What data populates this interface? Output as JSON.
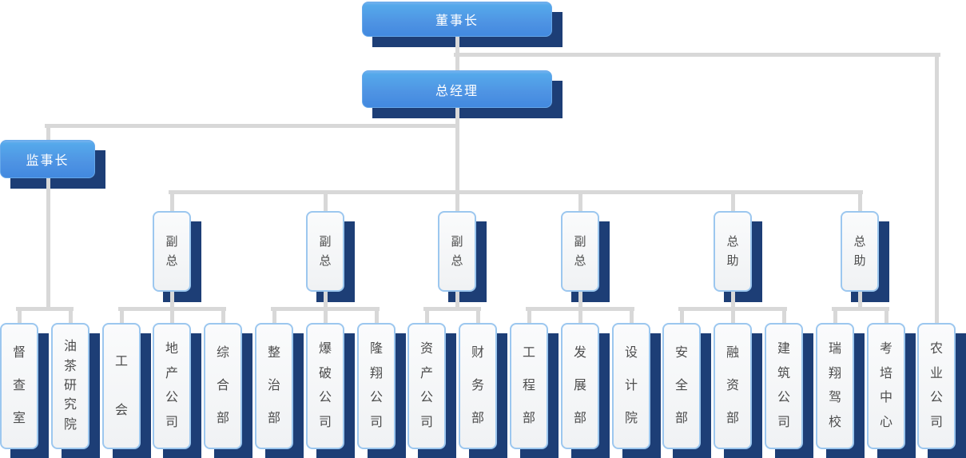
{
  "palette": {
    "shadow_navy": "#1d3e76",
    "connector_gray": "#d8d8d8",
    "blue_box_gradient_top": "#75b2ef",
    "blue_box_gradient_bottom": "#4289df",
    "white_box_fill": "#f3f5f6",
    "white_box_border": "#9cc7ef",
    "white_box_text": "#4d4d4d",
    "blue_box_text": "#ffffff",
    "background": "#ffffff"
  },
  "org": {
    "nodes": [
      {
        "id": "chairman",
        "label": "董事长",
        "style": "blue",
        "orientation": "horizontal",
        "parent": null
      },
      {
        "id": "gm",
        "label": "总经理",
        "style": "blue",
        "orientation": "horizontal",
        "parent": "chairman"
      },
      {
        "id": "supervisor",
        "label": "监事长",
        "style": "blue",
        "orientation": "horizontal",
        "parent": "gm"
      },
      {
        "id": "v1",
        "label": "副总",
        "style": "white",
        "orientation": "vertical",
        "parent": "gm"
      },
      {
        "id": "v2",
        "label": "副总",
        "style": "white",
        "orientation": "vertical",
        "parent": "gm"
      },
      {
        "id": "v3",
        "label": "副总",
        "style": "white",
        "orientation": "vertical",
        "parent": "gm"
      },
      {
        "id": "v4",
        "label": "副总",
        "style": "white",
        "orientation": "vertical",
        "parent": "gm"
      },
      {
        "id": "a1",
        "label": "总助",
        "style": "white",
        "orientation": "vertical",
        "parent": "gm"
      },
      {
        "id": "a2",
        "label": "总助",
        "style": "white",
        "orientation": "vertical",
        "parent": "gm"
      },
      {
        "id": "b1",
        "label": "督查室",
        "style": "white",
        "orientation": "vertical",
        "parent": "supervisor"
      },
      {
        "id": "b2",
        "label": "油茶研究院",
        "style": "white",
        "orientation": "vertical",
        "parent": "supervisor"
      },
      {
        "id": "b3",
        "label": "工会",
        "style": "white",
        "orientation": "vertical",
        "parent": "v1"
      },
      {
        "id": "b4",
        "label": "地产公司",
        "style": "white",
        "orientation": "vertical",
        "parent": "v1"
      },
      {
        "id": "b5",
        "label": "综合部",
        "style": "white",
        "orientation": "vertical",
        "parent": "v1"
      },
      {
        "id": "b6",
        "label": "整治部",
        "style": "white",
        "orientation": "vertical",
        "parent": "v2"
      },
      {
        "id": "b7",
        "label": "爆破公司",
        "style": "white",
        "orientation": "vertical",
        "parent": "v2"
      },
      {
        "id": "b8",
        "label": "隆翔公司",
        "style": "white",
        "orientation": "vertical",
        "parent": "v2"
      },
      {
        "id": "b9",
        "label": "资产公司",
        "style": "white",
        "orientation": "vertical",
        "parent": "v3"
      },
      {
        "id": "b10",
        "label": "财务部",
        "style": "white",
        "orientation": "vertical",
        "parent": "v3"
      },
      {
        "id": "b11",
        "label": "工程部",
        "style": "white",
        "orientation": "vertical",
        "parent": "v4"
      },
      {
        "id": "b12",
        "label": "发展部",
        "style": "white",
        "orientation": "vertical",
        "parent": "v4"
      },
      {
        "id": "b13",
        "label": "设计院",
        "style": "white",
        "orientation": "vertical",
        "parent": "v4"
      },
      {
        "id": "b14",
        "label": "安全部",
        "style": "white",
        "orientation": "vertical",
        "parent": "a1"
      },
      {
        "id": "b15",
        "label": "融资部",
        "style": "white",
        "orientation": "vertical",
        "parent": "a1"
      },
      {
        "id": "b16",
        "label": "建筑公司",
        "style": "white",
        "orientation": "vertical",
        "parent": "a1"
      },
      {
        "id": "b17",
        "label": "瑞翔驾校",
        "style": "white",
        "orientation": "vertical",
        "parent": "a2"
      },
      {
        "id": "b18",
        "label": "考培中心",
        "style": "white",
        "orientation": "vertical",
        "parent": "a2"
      },
      {
        "id": "b19",
        "label": "农业公司",
        "style": "white",
        "orientation": "vertical",
        "parent": "chairman"
      }
    ]
  }
}
